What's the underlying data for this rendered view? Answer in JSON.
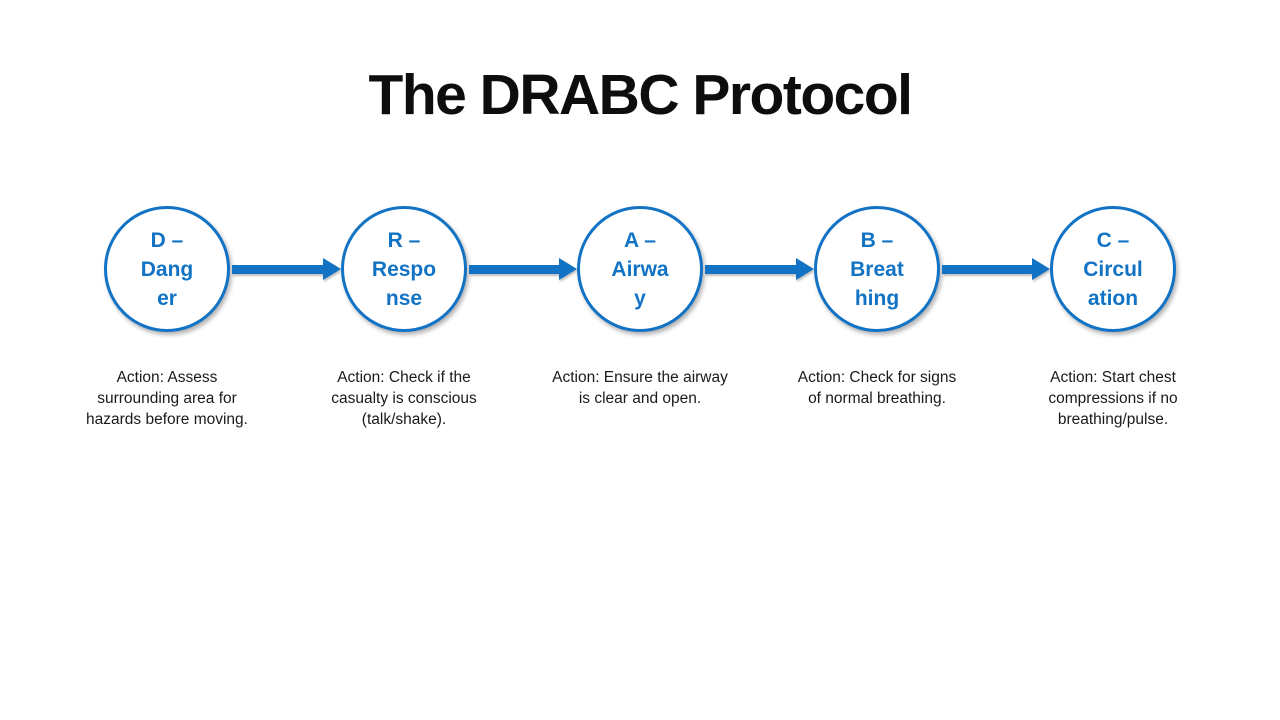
{
  "title": "The DRABC Protocol",
  "accent_color": "#1273c4",
  "steps": [
    {
      "label": "D – Danger",
      "label_display": "D –\nDang\ner",
      "action": "Action: Assess\nsurrounding area for\nhazards before moving."
    },
    {
      "label": "R – Response",
      "label_display": "R –\nRespo\nnse",
      "action": "Action: Check if the\ncasualty is conscious\n(talk/shake)."
    },
    {
      "label": "A – Airway",
      "label_display": "A –\nAirwa\ny",
      "action": "Action: Ensure the airway\nis clear and open."
    },
    {
      "label": "B – Breathing",
      "label_display": "B –\nBreat\nhing",
      "action": "Action: Check for signs\nof normal breathing."
    },
    {
      "label": "C – Circulation",
      "label_display": "C –\nCircul\nation",
      "action": "Action: Start chest\ncompressions if no\nbreathing/pulse."
    }
  ]
}
